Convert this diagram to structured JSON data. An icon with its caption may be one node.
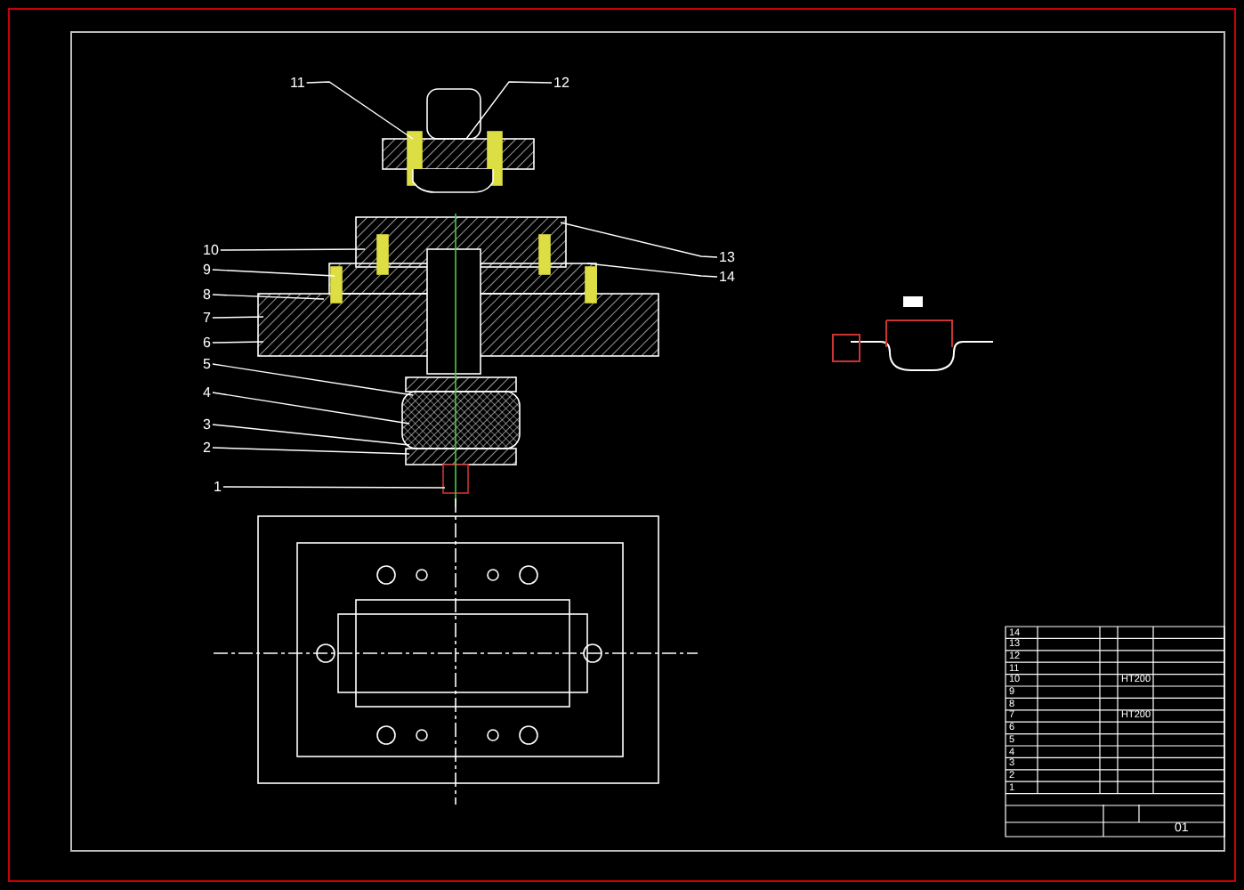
{
  "diagram": {
    "nodes": [
      {
        "text": [
          "11"
        ]
      },
      {
        "text": [
          "12"
        ]
      },
      {
        "text": [
          "10"
        ]
      },
      {
        "text": [
          "9"
        ]
      },
      {
        "text": [
          "8"
        ]
      },
      {
        "text": [
          "7"
        ]
      },
      {
        "text": [
          "6"
        ]
      },
      {
        "text": [
          "5"
        ]
      },
      {
        "text": [
          "4"
        ]
      },
      {
        "text": [
          "3"
        ]
      },
      {
        "text": [
          "2"
        ]
      },
      {
        "text": [
          "1"
        ]
      },
      {
        "text": [
          "13"
        ]
      },
      {
        "text": [
          "14"
        ]
      }
    ],
    "edges": [
      {
        "from": 0,
        "to": null,
        "arrow": "none"
      },
      {
        "from": 1,
        "to": null,
        "arrow": "none"
      },
      {
        "from": 2,
        "to": null,
        "arrow": "none"
      },
      {
        "from": 3,
        "to": null,
        "arrow": "none"
      },
      {
        "from": 4,
        "to": null,
        "arrow": "none"
      },
      {
        "from": 5,
        "to": null,
        "arrow": "none"
      },
      {
        "from": 6,
        "to": null,
        "arrow": "none"
      },
      {
        "from": 7,
        "to": null,
        "arrow": "none"
      },
      {
        "from": 8,
        "to": null,
        "arrow": "none"
      },
      {
        "from": 9,
        "to": null,
        "arrow": "none"
      },
      {
        "from": 10,
        "to": null,
        "arrow": "none"
      },
      {
        "from": 11,
        "to": null,
        "arrow": "none"
      },
      {
        "from": 12,
        "to": null,
        "arrow": "none"
      },
      {
        "from": 13,
        "to": null,
        "arrow": "none"
      }
    ],
    "labels": [
      "14",
      "13",
      "12",
      "11",
      "10",
      "HT200",
      "9",
      "8",
      "7",
      "HT200",
      "6",
      "5",
      "4",
      "3",
      "2",
      "1",
      "01"
    ]
  }
}
